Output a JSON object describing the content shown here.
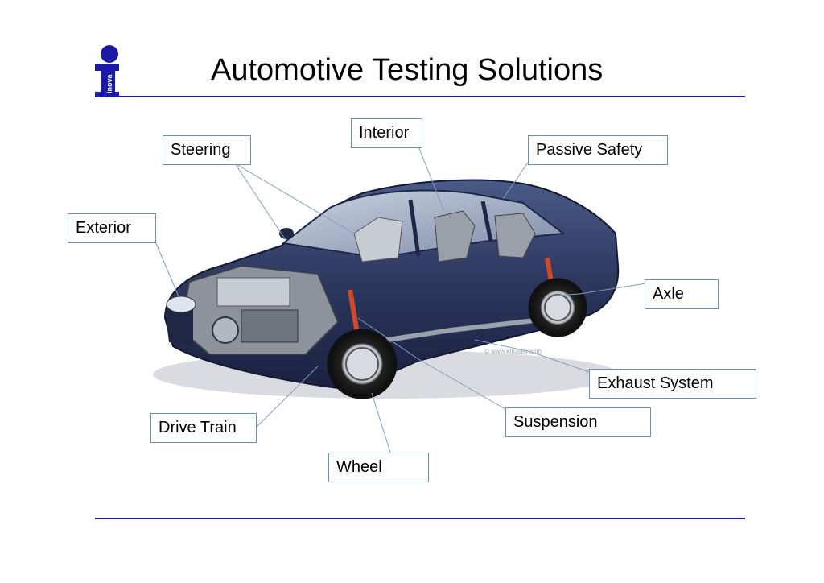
{
  "slide": {
    "title": "Automotive Testing Solutions",
    "logo_text": "inova",
    "image_credit": "© www.khulsey.com"
  },
  "callouts": {
    "interior": "Interior",
    "steering": "Steering",
    "passive_safety": "Passive Safety",
    "exterior": "Exterior",
    "axle": "Axle",
    "exhaust_system": "Exhaust System",
    "suspension": "Suspension",
    "drive_train": "Drive Train",
    "wheel": "Wheel"
  },
  "colors": {
    "rule": "#1a1aa6",
    "logo": "#1a1aa6",
    "car_body": "#2f3b63",
    "callout_border": "#6b8fb0"
  }
}
